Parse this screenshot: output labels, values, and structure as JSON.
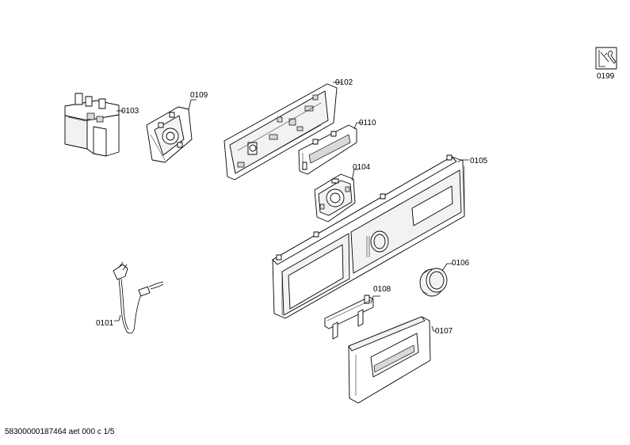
{
  "labels": {
    "p0101": "0101",
    "p0102": "0102",
    "p0103": "0103",
    "p0104": "0104",
    "p0105": "0105",
    "p0106": "0106",
    "p0107": "0107",
    "p0108": "0108",
    "p0109": "0109",
    "p0110": "0110",
    "p0199": "0199"
  },
  "footer": "58300000187464 aet 000 c 1/5"
}
